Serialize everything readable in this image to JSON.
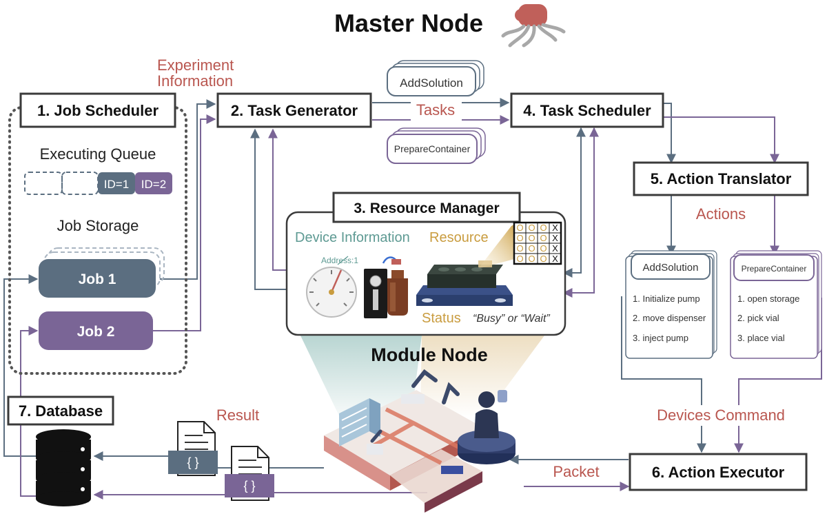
{
  "colors": {
    "slate": "#5b6e80",
    "purple": "#7a6596",
    "red_text": "#b9564f",
    "gold": "#c99c3f",
    "teal": "#5e9a93",
    "box_stroke": "#3a3a3a",
    "octopus_body": "#c0605a",
    "octopus_tentacle": "#a8a8a8"
  },
  "header": {
    "title": "Master Node",
    "mascot_icon": "octopus-icon"
  },
  "labels": {
    "experiment_info_line1": "Experiment",
    "experiment_info_line2": "Information",
    "tasks": "Tasks",
    "actions": "Actions",
    "devices_command": "Devices Command",
    "packet": "Packet",
    "result": "Result",
    "module_node": "Module Node"
  },
  "job_scheduler": {
    "title": "1. Job Scheduler",
    "executing_queue": "Executing Queue",
    "queue_slots": [
      "",
      "",
      "ID=1",
      "ID=2"
    ],
    "job_storage": "Job Storage",
    "jobs": [
      "Job 1",
      "Job 2"
    ]
  },
  "task_generator": {
    "title": "2. Task Generator"
  },
  "task_cards": [
    "AddSolution",
    "PrepareContainer"
  ],
  "resource_manager": {
    "title": "3. Resource Manager",
    "device_information": "Device Information",
    "resource": "Resource",
    "address": "Address:1",
    "status": "Status",
    "status_values": "“Busy” or “Wait”",
    "grid": [
      [
        "O",
        "O",
        "O",
        "X"
      ],
      [
        "O",
        "O",
        "O",
        "X"
      ],
      [
        "O",
        "O",
        "O",
        "X"
      ],
      [
        "O",
        "O",
        "O",
        "X"
      ]
    ]
  },
  "task_scheduler": {
    "title": "4. Task Scheduler"
  },
  "action_translator": {
    "title": "5. Action Translator"
  },
  "action_cards": [
    {
      "title": "AddSolution",
      "steps": [
        "1. Initialize pump",
        "2. move dispenser",
        "3. inject pump"
      ]
    },
    {
      "title": "PrepareContainer",
      "steps": [
        "1. open storage",
        "2. pick vial",
        "3. place vial"
      ]
    }
  ],
  "action_executor": {
    "title": "6. Action Executor"
  },
  "database": {
    "title": "7. Database",
    "icon": "database-icon"
  },
  "documents": {
    "icon": "json-document-icon",
    "braces": "{ }"
  }
}
